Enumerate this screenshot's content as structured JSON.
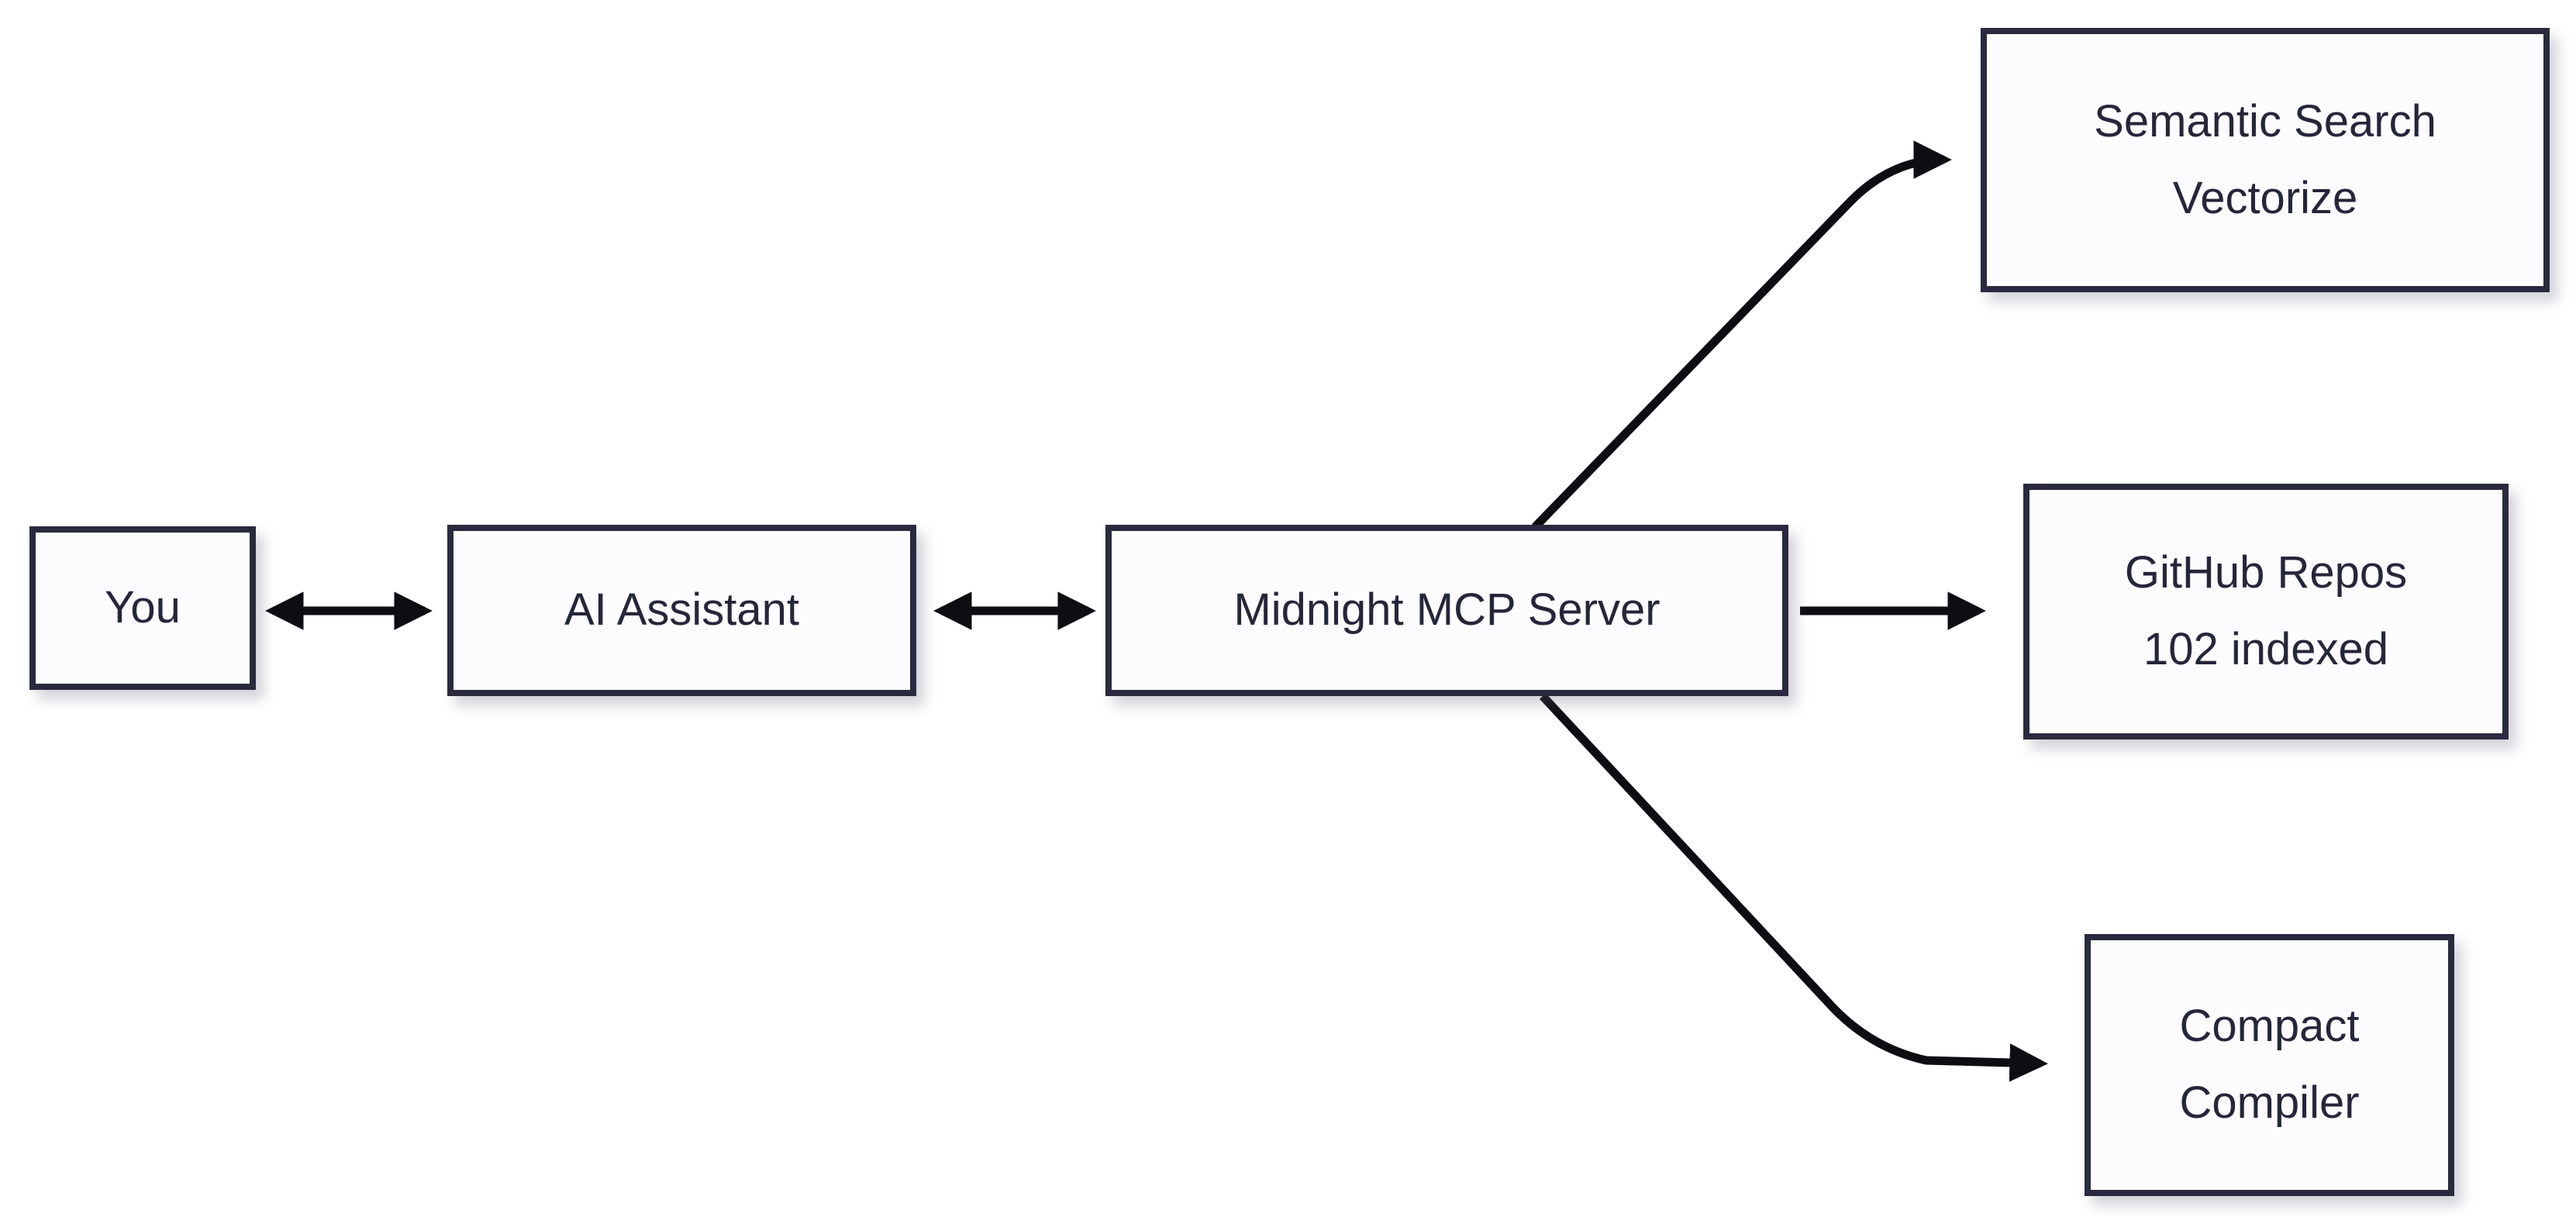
{
  "diagram": {
    "nodes": {
      "you": {
        "lines": [
          "You"
        ]
      },
      "ai_assistant": {
        "lines": [
          "AI Assistant"
        ]
      },
      "mcp_server": {
        "lines": [
          "Midnight MCP Server"
        ]
      },
      "semantic_search": {
        "lines": [
          "Semantic Search",
          "Vectorize"
        ]
      },
      "github_repos": {
        "lines": [
          "GitHub Repos",
          "102 indexed"
        ]
      },
      "compact_compiler": {
        "lines": [
          "Compact",
          "Compiler"
        ]
      }
    },
    "edges": [
      {
        "from": "you",
        "to": "ai_assistant",
        "direction": "bidirectional"
      },
      {
        "from": "ai_assistant",
        "to": "mcp_server",
        "direction": "bidirectional"
      },
      {
        "from": "mcp_server",
        "to": "semantic_search",
        "direction": "forward"
      },
      {
        "from": "mcp_server",
        "to": "github_repos",
        "direction": "forward"
      },
      {
        "from": "mcp_server",
        "to": "compact_compiler",
        "direction": "forward"
      }
    ],
    "colors": {
      "border": "#2a2a3e",
      "text": "#26263a",
      "box_bg": "#fcfcfe",
      "arrow": "#0d0d12",
      "bg": "#ffffff"
    }
  }
}
